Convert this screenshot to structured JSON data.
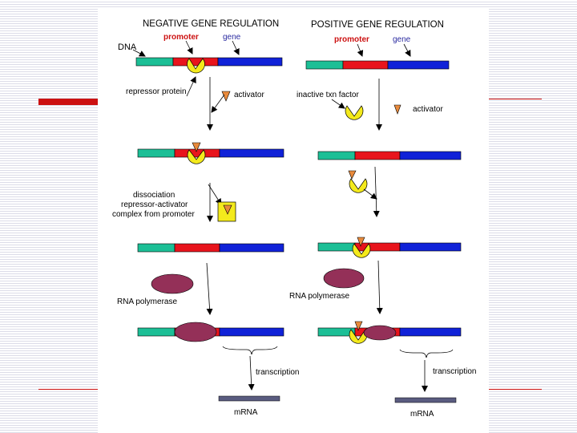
{
  "negative": {
    "title": "NEGATIVE GENE REGULATION",
    "promoter": "promoter",
    "gene": "gene",
    "dna": "DNA",
    "repressor": "repressor protein",
    "activator": "activator",
    "dissociation": [
      "dissociation",
      "repressor-activator",
      "complex from promoter"
    ],
    "rna_polymerase": "RNA polymerase",
    "transcription": "transcription",
    "mrna": "mRNA"
  },
  "positive": {
    "title": "POSITIVE GENE REGULATION",
    "promoter": "promoter",
    "gene": "gene",
    "inactive": "inactive txn factor",
    "activator": "activator",
    "rna_polymerase": "RNA polymerase",
    "transcription": "transcription",
    "mrna": "mRNA"
  },
  "colors": {
    "upstream": "#1cbf96",
    "promoter": "#e8141c",
    "gene": "#1022d8",
    "protein": "#f4ea1c",
    "activator": "#e88a3c",
    "polymerase": "#943058",
    "mrna": "#5a5c80",
    "label_red": "#cc1111",
    "label_blue": "#2a2aa0"
  }
}
